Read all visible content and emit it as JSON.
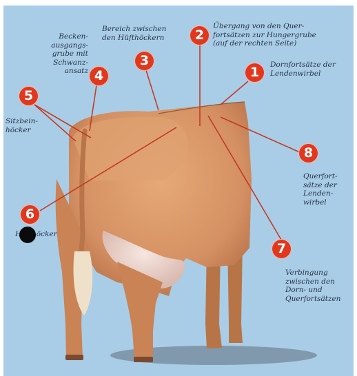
{
  "figure": {
    "background_color": "#a9cde7",
    "marker_color": "#e0381f",
    "annotations": [
      {
        "number": "1",
        "label": "Dornfortsätze der\nLendenwirbel"
      },
      {
        "number": "2",
        "label": "Übergang von den Quer-\nfortsätzen zur Hungergrube\n(auf der rechten Seite)"
      },
      {
        "number": "3",
        "label": "Bereich zwischen\nden Hüfthöckern"
      },
      {
        "number": "4",
        "label": "Becken-\nausgangs-\ngrube mit\nSchwanz-\nansatz"
      },
      {
        "number": "5",
        "label": "Sitzbein-\nhöcker"
      },
      {
        "number": "6",
        "label": "Hüfthöcker"
      },
      {
        "number": "7",
        "label": "Verbingung\nzwischen den\nDorn- und\nQuerfortsätzen"
      },
      {
        "number": "8",
        "label": "Querfort-\nsätze der\nLenden-\nwirbel"
      }
    ]
  }
}
